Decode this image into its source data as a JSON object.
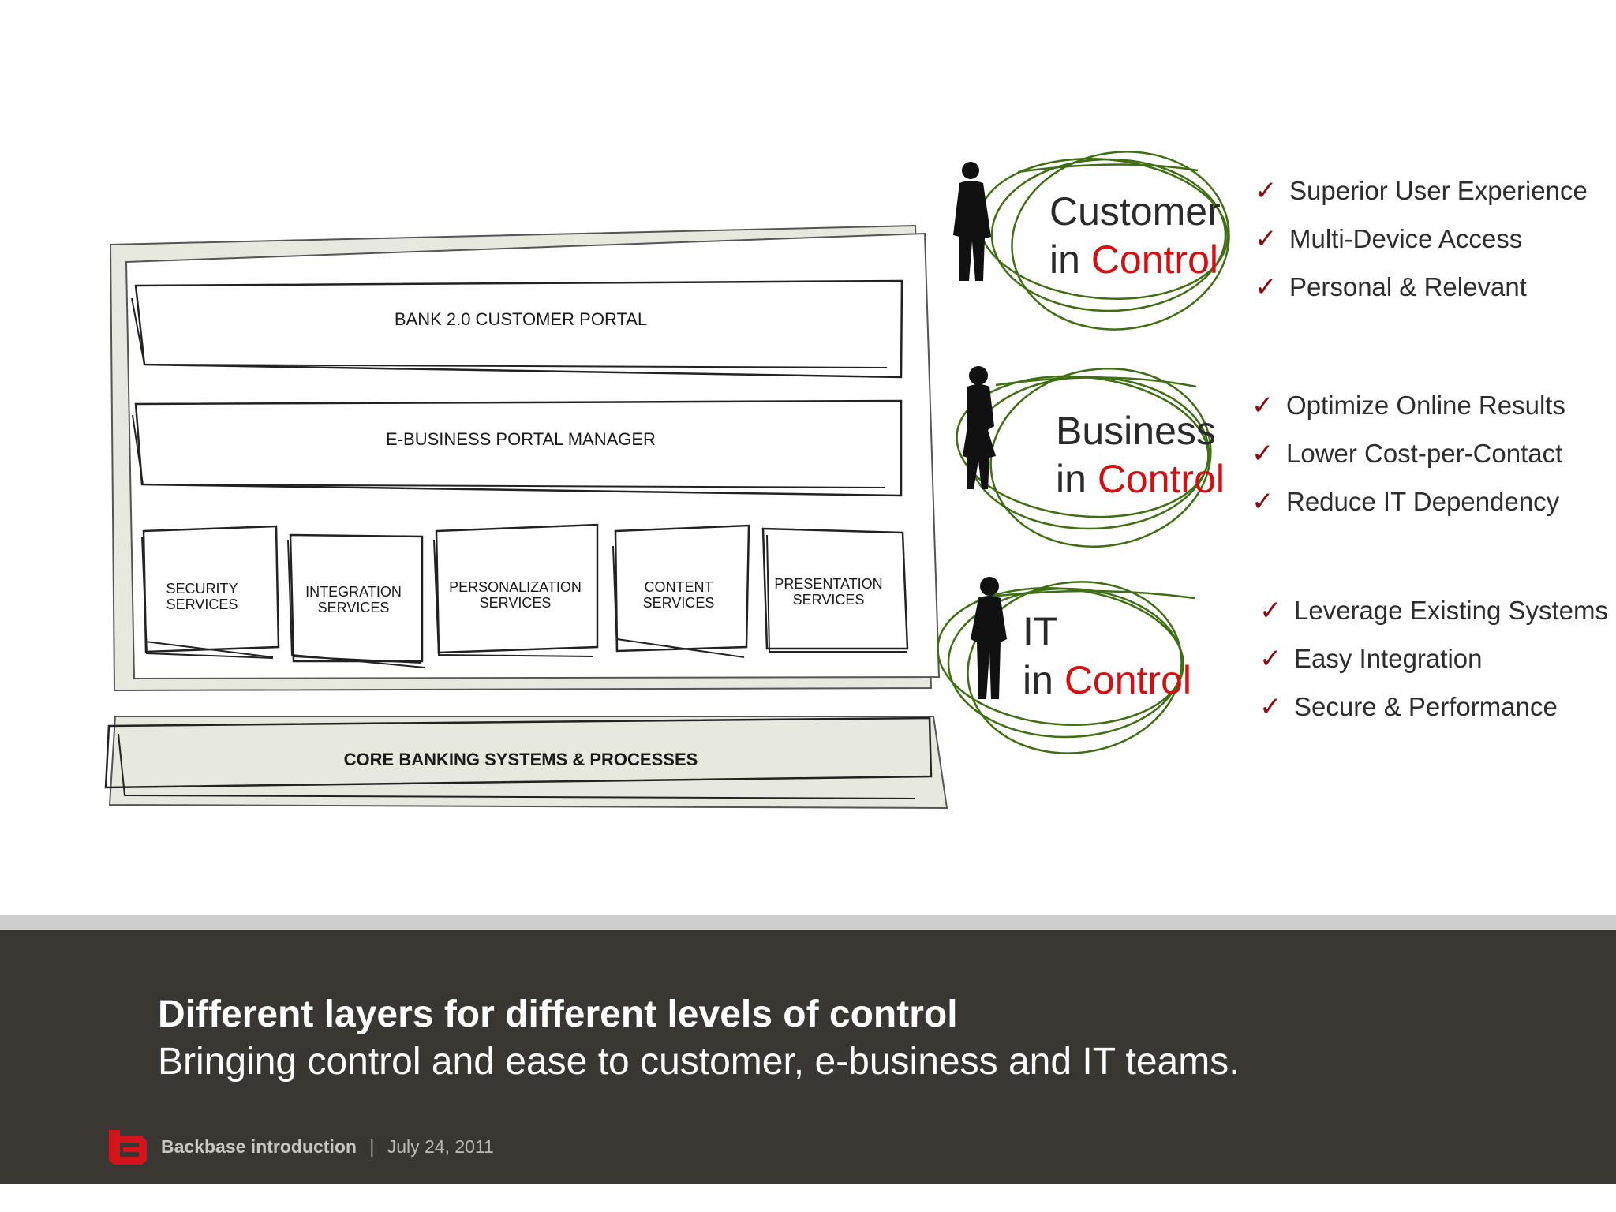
{
  "diagram": {
    "bank_portal_label": "BANK 2.0  CUSTOMER PORTAL",
    "ebusiness_manager_label": "E-BUSINESS PORTAL MANAGER",
    "services": [
      "SECURITY\nSERVICES",
      "INTEGRATION\nSERVICES",
      "PERSONALIZATION\nSERVICES",
      "CONTENT\nSERVICES",
      "PRESENTATION\nSERVICES"
    ],
    "core_label": "CORE BANKING SYSTEMS &  PROCESSES"
  },
  "personas": [
    {
      "line1": "Customer",
      "line2_prefix": "in ",
      "line2_accent": "Control"
    },
    {
      "line1": "Business",
      "line2_prefix": "in ",
      "line2_accent": "Control"
    },
    {
      "line1": "IT",
      "line2_prefix": "in ",
      "line2_accent": "Control"
    }
  ],
  "benefits": {
    "check_symbol": "✓",
    "customer": [
      "Superior User Experience",
      " Multi-Device Access",
      "Personal & Relevant"
    ],
    "business": [
      "Optimize Online Results",
      "Lower Cost-per-Contact",
      "Reduce IT Dependency"
    ],
    "it": [
      "Leverage Existing Systems",
      " Easy Integration",
      " Secure & Performance"
    ]
  },
  "footer": {
    "headline": "Different layers for different levels of control",
    "subheadline": "Bringing control and ease to customer, e-business and IT teams.",
    "brand": "Backbase introduction",
    "separator": "|",
    "date": "July 24, 2011"
  },
  "colors": {
    "accent_red": "#d40f12",
    "check_red": "#8b0d10",
    "scribble_green": "#3f6e14",
    "panel_fill": "#e9e9df",
    "footer_bg": "#3a3632"
  },
  "icons": [
    "person-silhouette-icon",
    "checkmark-icon",
    "backbase-logo-icon"
  ]
}
